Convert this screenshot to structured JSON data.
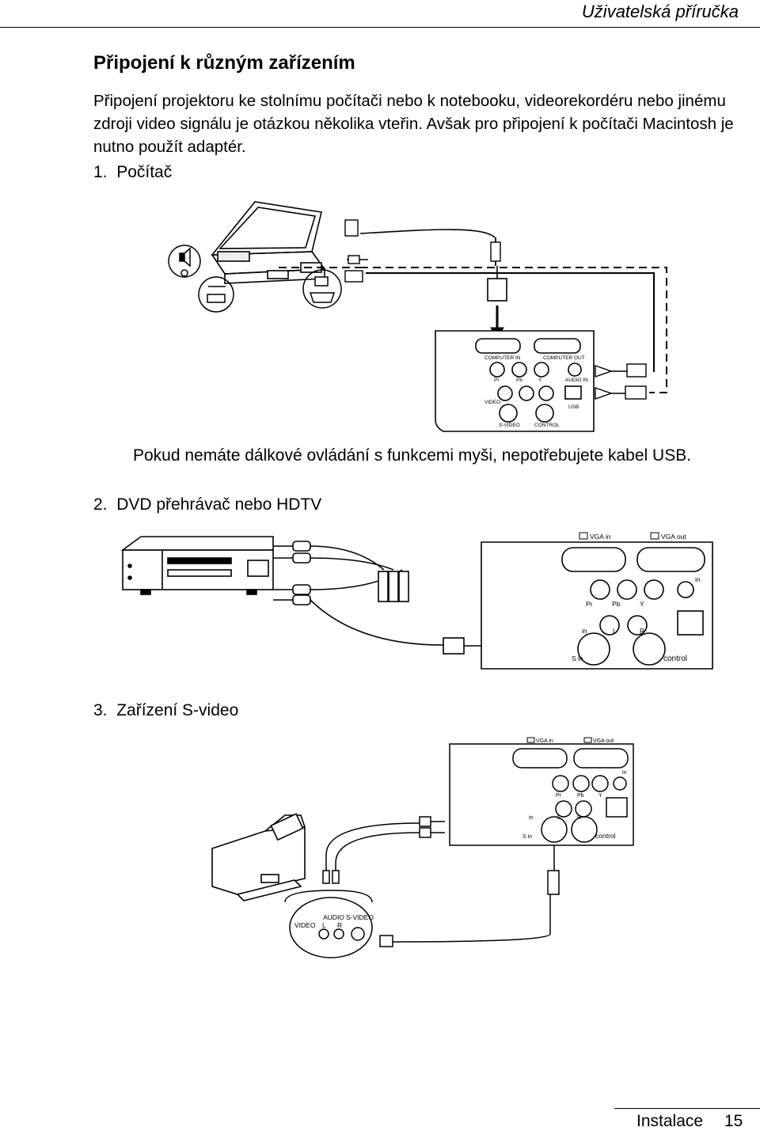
{
  "header": {
    "title": "Uživatelská příručka"
  },
  "section": {
    "title": "Připojení k různým zařízením",
    "intro": "Připojení projektoru ke stolnímu počítači nebo k notebooku, videorekordéru nebo jinému zdroji video signálu je otázkou několika vteřin. Avšak pro připojení k počítači Macintosh je nutno použít adaptér."
  },
  "items": [
    {
      "number": "1.",
      "title": "Počítač",
      "panel": {
        "computer_in": "COMPUTER IN",
        "computer_out": "COMPUTER OUT",
        "pr": "Pr",
        "pb": "Pb",
        "y": "Y",
        "audio_in": "AUDIO IN",
        "video": "VIDEO",
        "usb": "USB",
        "s_video": "S-VIDEO",
        "control": "CONTROL"
      },
      "note": "Pokud nemáte dálkové ovládání s funkcemi myši, nepotřebujete kabel USB."
    },
    {
      "number": "2.",
      "title": "DVD přehrávač nebo HDTV",
      "panel": {
        "vga_in": "VGA in",
        "vga_out": "VGA out",
        "in": "in",
        "pr": "Pr",
        "pb": "Pb",
        "y": "Y",
        "video_in": "in",
        "l": "L",
        "r": "R",
        "s_in": "S",
        "s_in_suffix": "in",
        "control": "control"
      }
    },
    {
      "number": "3.",
      "title": "Zařízení S-video",
      "panel": {
        "vga_in": "VGA in",
        "vga_out": "VGA out",
        "in": "in",
        "pr": "Pr",
        "pb": "Pb",
        "y": "Y",
        "video_in": "in",
        "l": "L",
        "r": "R",
        "s_in": "S",
        "s_in_suffix": "in",
        "control": "control"
      },
      "camcorder": {
        "audio": "AUDIO",
        "s_video": "S-VIDEO",
        "video": "VIDEO",
        "l": "L",
        "r": "R"
      }
    }
  ],
  "footer": {
    "section": "Instalace",
    "page": "15"
  }
}
